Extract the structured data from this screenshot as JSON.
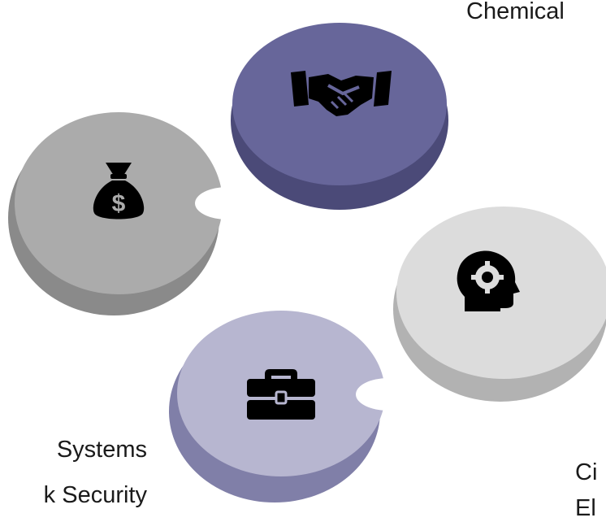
{
  "labels": {
    "top_right": "Chemical",
    "bottom_left_line1": "Systems",
    "bottom_left_line2": "k Security",
    "bottom_right_line1": "Ci",
    "bottom_right_line2": "El"
  },
  "nodes": [
    {
      "id": "handshake",
      "icon": "handshake-icon",
      "face_color": "#67669a",
      "side_color": "#4b4a78"
    },
    {
      "id": "money",
      "icon": "money-bag-icon",
      "face_color": "#ababab",
      "side_color": "#8a8a8a"
    },
    {
      "id": "mind",
      "icon": "head-gear-icon",
      "face_color": "#dcdcdc",
      "side_color": "#b2b2b2"
    },
    {
      "id": "business",
      "icon": "briefcase-icon",
      "face_color": "#b7b6d0",
      "side_color": "#807fa8"
    }
  ]
}
